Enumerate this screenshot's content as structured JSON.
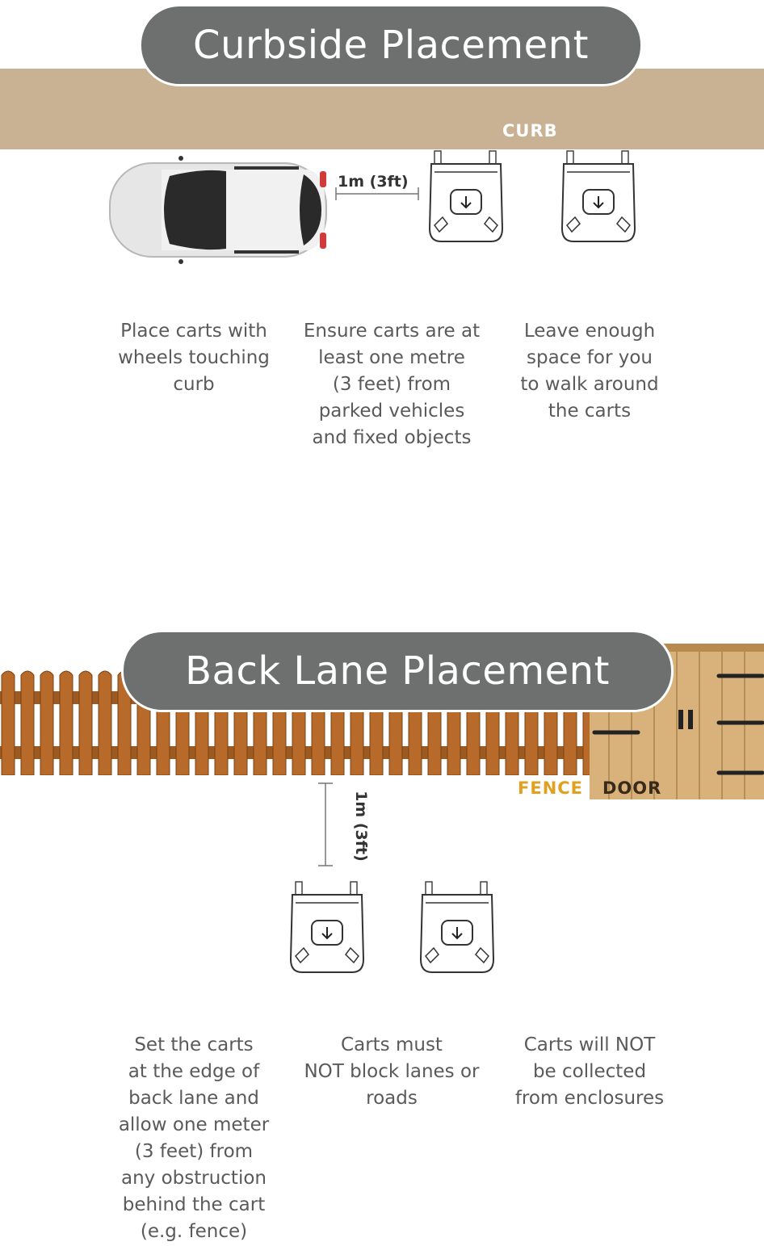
{
  "curbside": {
    "title": "Curbside Placement",
    "curb_label": "CURB",
    "distance_label": "1m (3ft)",
    "descriptions": [
      "Place carts with\nwheels touching\ncurb",
      "Ensure carts are at\nleast one metre\n(3 feet) from\nparked vehicles\nand fixed objects",
      "Leave enough\nspace for you\nto walk around\nthe carts"
    ]
  },
  "backlane": {
    "title": "Back Lane Placement",
    "fence_label": "FENCE",
    "door_label": "DOOR",
    "distance_label": "1m (3ft)",
    "descriptions": [
      "Set the carts\nat the edge of\nback lane and\nallow one meter\n(3 feet) from\nany obstruction\nbehind the cart\n(e.g. fence)",
      "Carts must\nNOT block lanes or\nroads",
      "Carts will NOT\nbe collected\nfrom enclosures"
    ]
  },
  "colors": {
    "pill": "#6e7070",
    "curb": "#c9b293",
    "fence_label": "#e0a020",
    "fence_wood": "#b86a2a",
    "door_wood": "#d8b27a"
  },
  "icons": [
    "car-icon",
    "cart-icon",
    "fence-icon",
    "door-icon"
  ]
}
